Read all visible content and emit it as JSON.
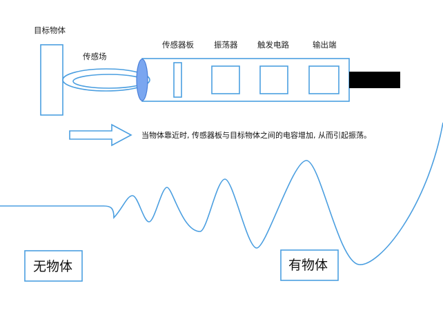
{
  "labels": {
    "target_object": "目标物体",
    "sensing_field": "传感场",
    "sensor_plate": "传感器板",
    "oscillator": "振荡器",
    "trigger_circuit": "触发电路",
    "output_end": "输出端"
  },
  "note": "当物体靠近时, 传感器板与目标物体之间的电容增加, 从而引起振荡。",
  "states": {
    "no_object": "无物体",
    "with_object": "有物体"
  },
  "colors": {
    "outline": "#4a9ee0",
    "sensor_plate_fill": "#7aa6f0",
    "output_cable": "#000000",
    "background": "#ffffff"
  }
}
